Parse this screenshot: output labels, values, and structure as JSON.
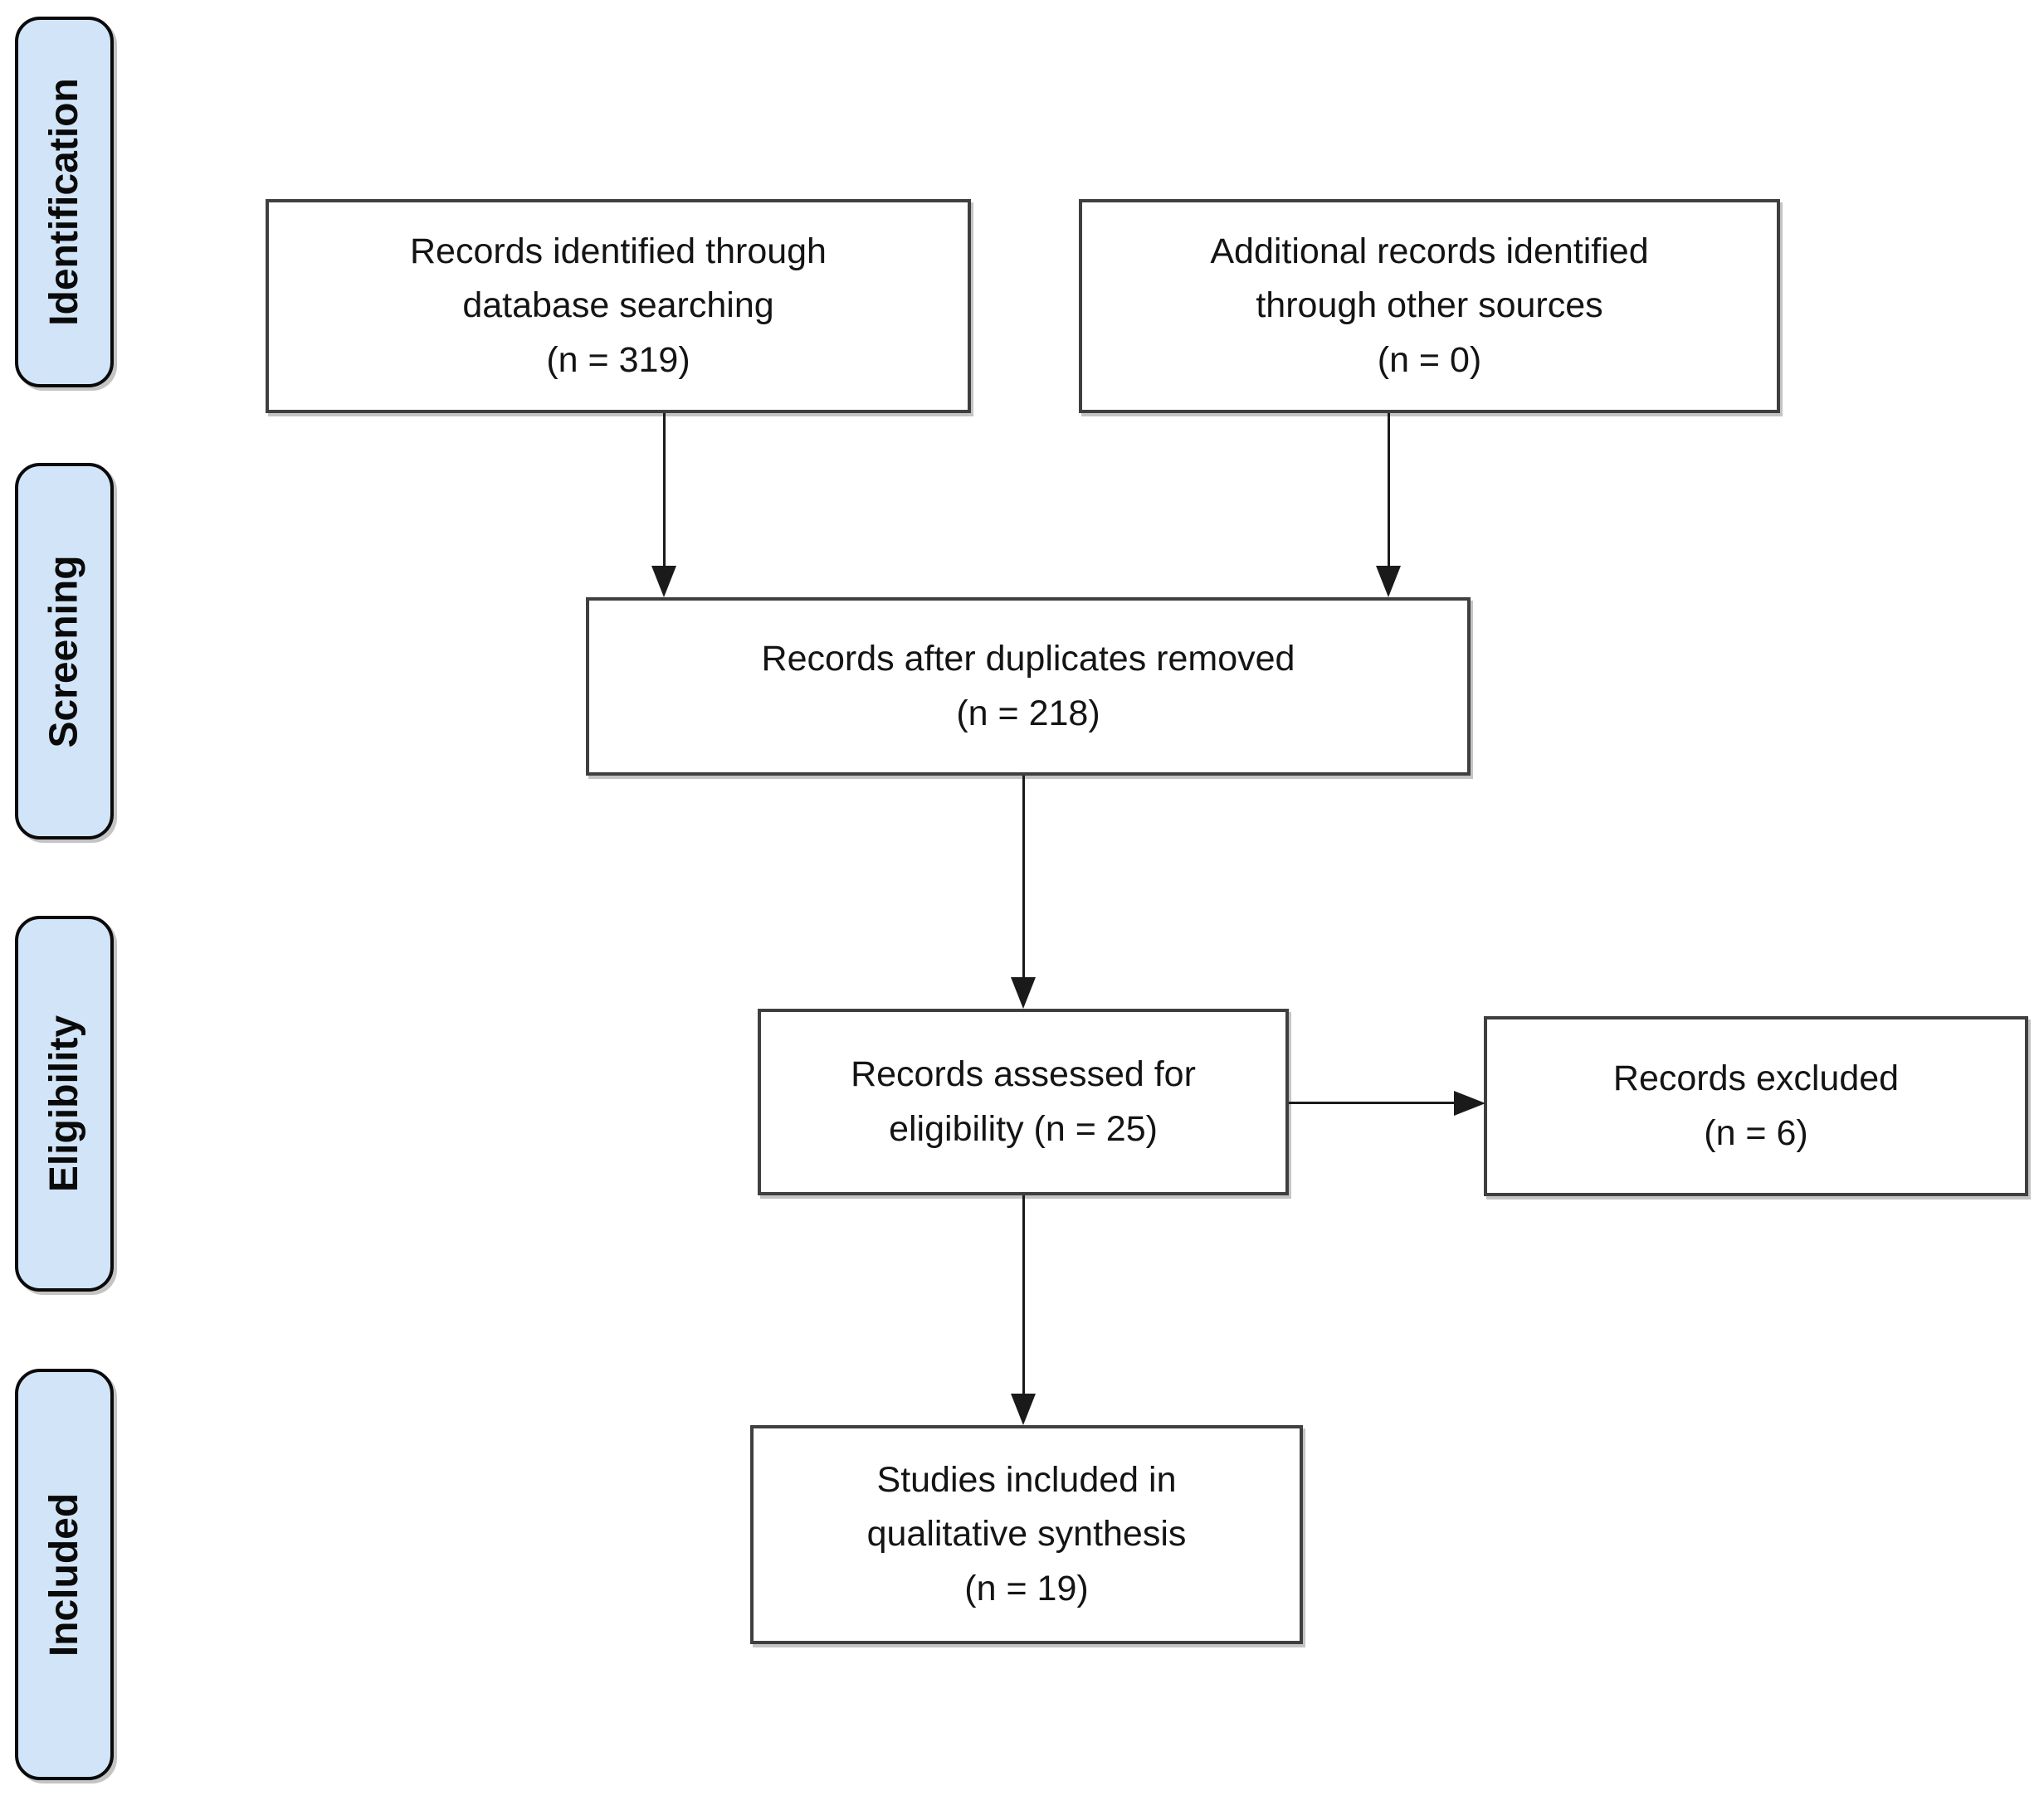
{
  "sidebar": {
    "labels": [
      "Identification",
      "Screening",
      "Eligibility",
      "Included"
    ]
  },
  "boxes": {
    "identified": {
      "lines": [
        "Records identified through",
        "database searching",
        "(n = 319)"
      ],
      "n": 319
    },
    "additional": {
      "lines": [
        "Additional records identified",
        "through other sources",
        "(n = 0)"
      ],
      "n": 0
    },
    "deduplicated": {
      "lines": [
        "Records after duplicates removed",
        "(n = 218)"
      ],
      "n": 218
    },
    "assessed": {
      "lines": [
        "Records assessed for",
        "eligibility (n = 25)"
      ],
      "n": 25
    },
    "excluded": {
      "lines": [
        "Records excluded",
        "(n = 6)"
      ],
      "n": 6
    },
    "included": {
      "lines": [
        "Studies included in",
        "qualitative synthesis",
        "(n = 19)"
      ],
      "n": 19
    }
  },
  "edges": [
    {
      "from": "identified",
      "to": "deduplicated",
      "direction": "down"
    },
    {
      "from": "additional",
      "to": "deduplicated",
      "direction": "down"
    },
    {
      "from": "deduplicated",
      "to": "assessed",
      "direction": "down"
    },
    {
      "from": "assessed",
      "to": "excluded",
      "direction": "right"
    },
    {
      "from": "assessed",
      "to": "included",
      "direction": "down"
    }
  ],
  "colors": {
    "stage_fill": "#d2e4f7",
    "stage_border": "#0a0a0a",
    "node_fill": "#ffffff",
    "node_border": "#3f3f3f",
    "arrow": "#1a1a1a",
    "text": "#141414",
    "background": "#ffffff"
  }
}
